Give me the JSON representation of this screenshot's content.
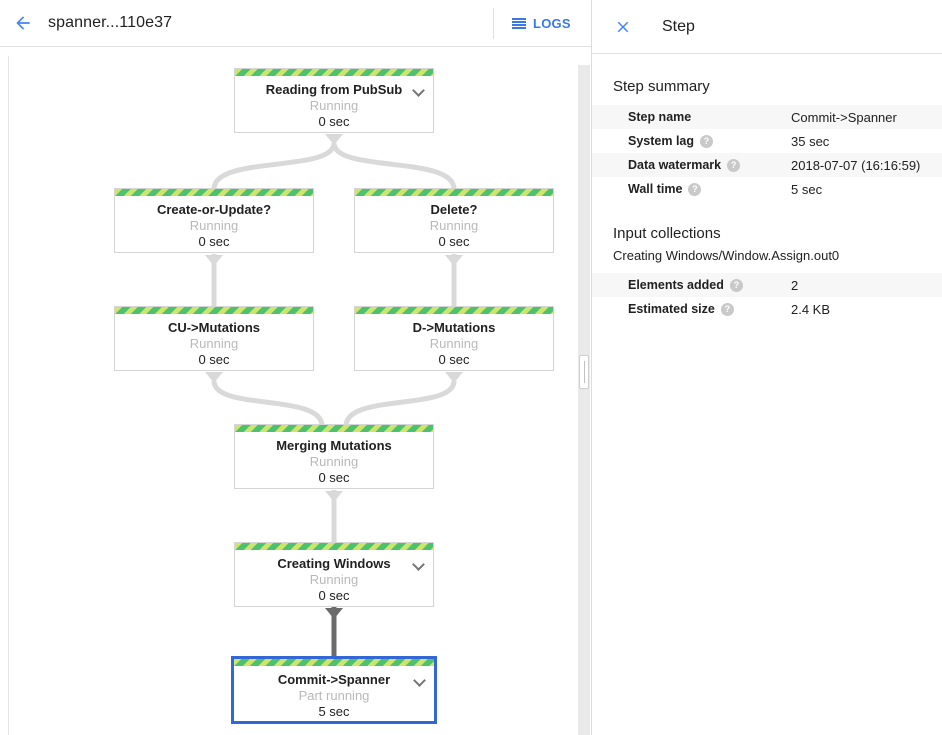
{
  "header": {
    "title": "spanner...110e37",
    "logs_label": "LOGS"
  },
  "side_panel": {
    "title": "Step",
    "step_summary": {
      "heading": "Step summary",
      "rows": [
        {
          "label": "Step name",
          "value": "Commit->Spanner"
        },
        {
          "label": "System lag",
          "value": "35 sec"
        },
        {
          "label": "Data watermark",
          "value": "2018-07-07 (16:16:59)"
        },
        {
          "label": "Wall time",
          "value": "5 sec"
        }
      ]
    },
    "input_collections": {
      "heading": "Input collections",
      "collection_name": "Creating Windows/Window.Assign.out0",
      "rows": [
        {
          "label": "Elements added",
          "value": "2"
        },
        {
          "label": "Estimated size",
          "value": "2.4 KB"
        }
      ]
    }
  },
  "graph": {
    "nodes": [
      {
        "title": "Reading from PubSub",
        "status": "Running",
        "time": "0 sec",
        "expandable": true,
        "selected": false
      },
      {
        "title": "Create-or-Update?",
        "status": "Running",
        "time": "0 sec",
        "expandable": false,
        "selected": false
      },
      {
        "title": "Delete?",
        "status": "Running",
        "time": "0 sec",
        "expandable": false,
        "selected": false
      },
      {
        "title": "CU->Mutations",
        "status": "Running",
        "time": "0 sec",
        "expandable": false,
        "selected": false
      },
      {
        "title": "D->Mutations",
        "status": "Running",
        "time": "0 sec",
        "expandable": false,
        "selected": false
      },
      {
        "title": "Merging Mutations",
        "status": "Running",
        "time": "0 sec",
        "expandable": false,
        "selected": false
      },
      {
        "title": "Creating Windows",
        "status": "Running",
        "time": "0 sec",
        "expandable": true,
        "selected": false
      },
      {
        "title": "Commit->Spanner",
        "status": "Part running",
        "time": "5 sec",
        "expandable": true,
        "selected": true
      }
    ],
    "edges": [
      {
        "from": "Reading from PubSub",
        "to": "Create-or-Update?"
      },
      {
        "from": "Reading from PubSub",
        "to": "Delete?"
      },
      {
        "from": "Create-or-Update?",
        "to": "CU->Mutations"
      },
      {
        "from": "Delete?",
        "to": "D->Mutations"
      },
      {
        "from": "CU->Mutations",
        "to": "Merging Mutations"
      },
      {
        "from": "D->Mutations",
        "to": "Merging Mutations"
      },
      {
        "from": "Merging Mutations",
        "to": "Creating Windows"
      },
      {
        "from": "Creating Windows",
        "to": "Commit->Spanner",
        "highlighted": true
      }
    ]
  },
  "icons": {
    "help": "?"
  },
  "colors": {
    "accent_blue": "#4285f4",
    "logs_blue": "#3b78e7",
    "selected_border": "#3367d6",
    "stripe_light_green": "#cde56c",
    "stripe_dark_green": "#4dc16e",
    "edge_gray": "#d9d9d9",
    "edge_dark": "#6b6b6b",
    "status_gray": "#b9b9b9",
    "row_shade": "#f7f7f7"
  }
}
